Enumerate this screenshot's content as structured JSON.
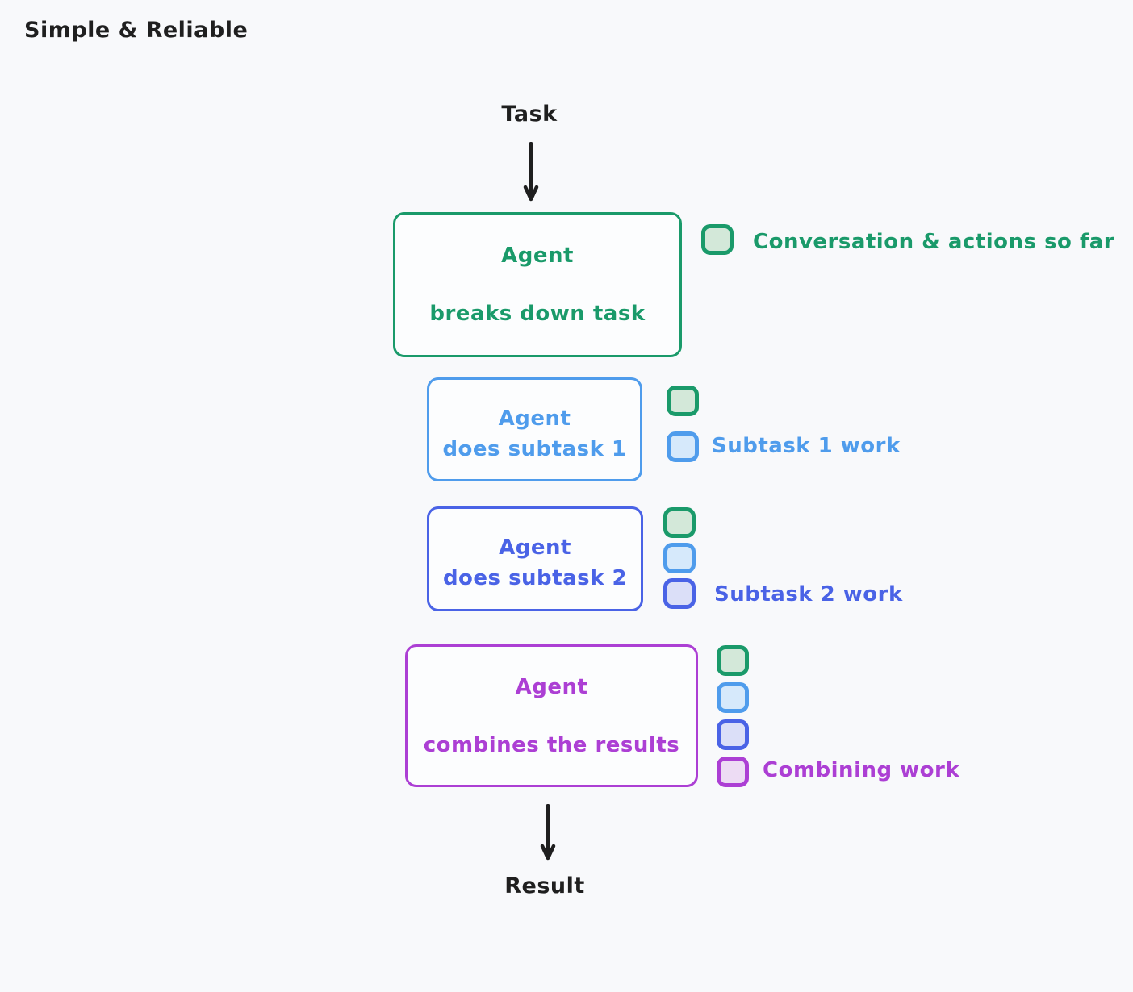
{
  "title": "Simple & Reliable",
  "flow": {
    "start_label": "Task",
    "end_label": "Result"
  },
  "colors": {
    "background": "#f8f9fb",
    "ink": "#1f1f1f",
    "green": "#1a9a6a",
    "green_fill": "#d3e8d9",
    "blue": "#4f9cec",
    "blue_fill": "#d6e9fb",
    "indigo": "#4a63e6",
    "indigo_fill": "#dbdff8",
    "purple": "#ac3fd4",
    "purple_fill": "#eddcf4"
  },
  "nodes": [
    {
      "title": "Agent",
      "subtitle": "breaks down task",
      "color": "green",
      "tokens": [
        "green"
      ],
      "legend": "Conversation & actions so far"
    },
    {
      "title": "Agent",
      "subtitle": "does subtask 1",
      "color": "blue",
      "tokens": [
        "green",
        "blue"
      ],
      "legend": "Subtask 1 work"
    },
    {
      "title": "Agent",
      "subtitle": "does subtask 2",
      "color": "indigo",
      "tokens": [
        "green",
        "blue",
        "indigo"
      ],
      "legend": "Subtask 2 work"
    },
    {
      "title": "Agent",
      "subtitle": "combines the results",
      "color": "purple",
      "tokens": [
        "green",
        "blue",
        "indigo",
        "purple"
      ],
      "legend": "Combining work"
    }
  ]
}
